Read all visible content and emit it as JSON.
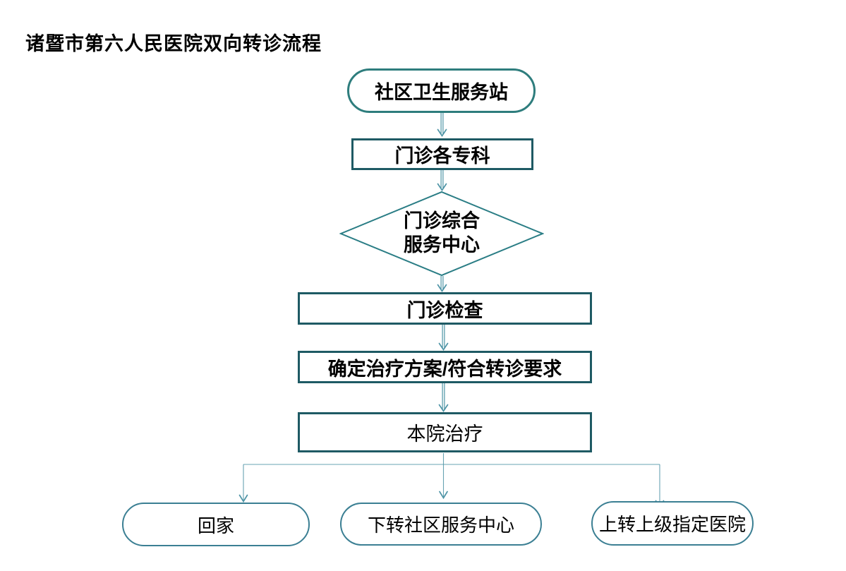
{
  "title": "诸暨市第六人民医院双向转诊流程",
  "nodes": {
    "start": {
      "shape": "terminator",
      "label": "社区卫生服务站"
    },
    "outpatient_depts": {
      "shape": "process",
      "label": "门诊各专科"
    },
    "service_center": {
      "shape": "decision",
      "line1": "门诊综合",
      "line2": "服务中心"
    },
    "outpatient_exam": {
      "shape": "process",
      "label": "门诊检查"
    },
    "treatment_plan": {
      "shape": "process",
      "label": "确定治疗方案/符合转诊要求"
    },
    "hospital_treatment": {
      "shape": "process",
      "label": "本院治疗"
    },
    "go_home": {
      "shape": "terminator",
      "label": "回家"
    },
    "transfer_down": {
      "shape": "terminator",
      "label": "下转社区服务中心"
    },
    "transfer_up": {
      "shape": "terminator",
      "label": "上转上级指定医院"
    }
  },
  "edges": [
    "start -> outpatient_depts",
    "outpatient_depts -> service_center",
    "service_center -> outpatient_exam",
    "outpatient_exam -> treatment_plan",
    "treatment_plan -> hospital_treatment",
    "hospital_treatment -> go_home",
    "hospital_treatment -> transfer_down",
    "hospital_treatment -> transfer_up"
  ],
  "colors": {
    "process_border": "#1e5a64",
    "terminator_border": "#2e7d7d",
    "decision_border": "#2a7d85",
    "bottom_terminator_border": "#3b7f93",
    "arrow": "#4e94a6",
    "text": "#000000",
    "background": "#ffffff"
  }
}
